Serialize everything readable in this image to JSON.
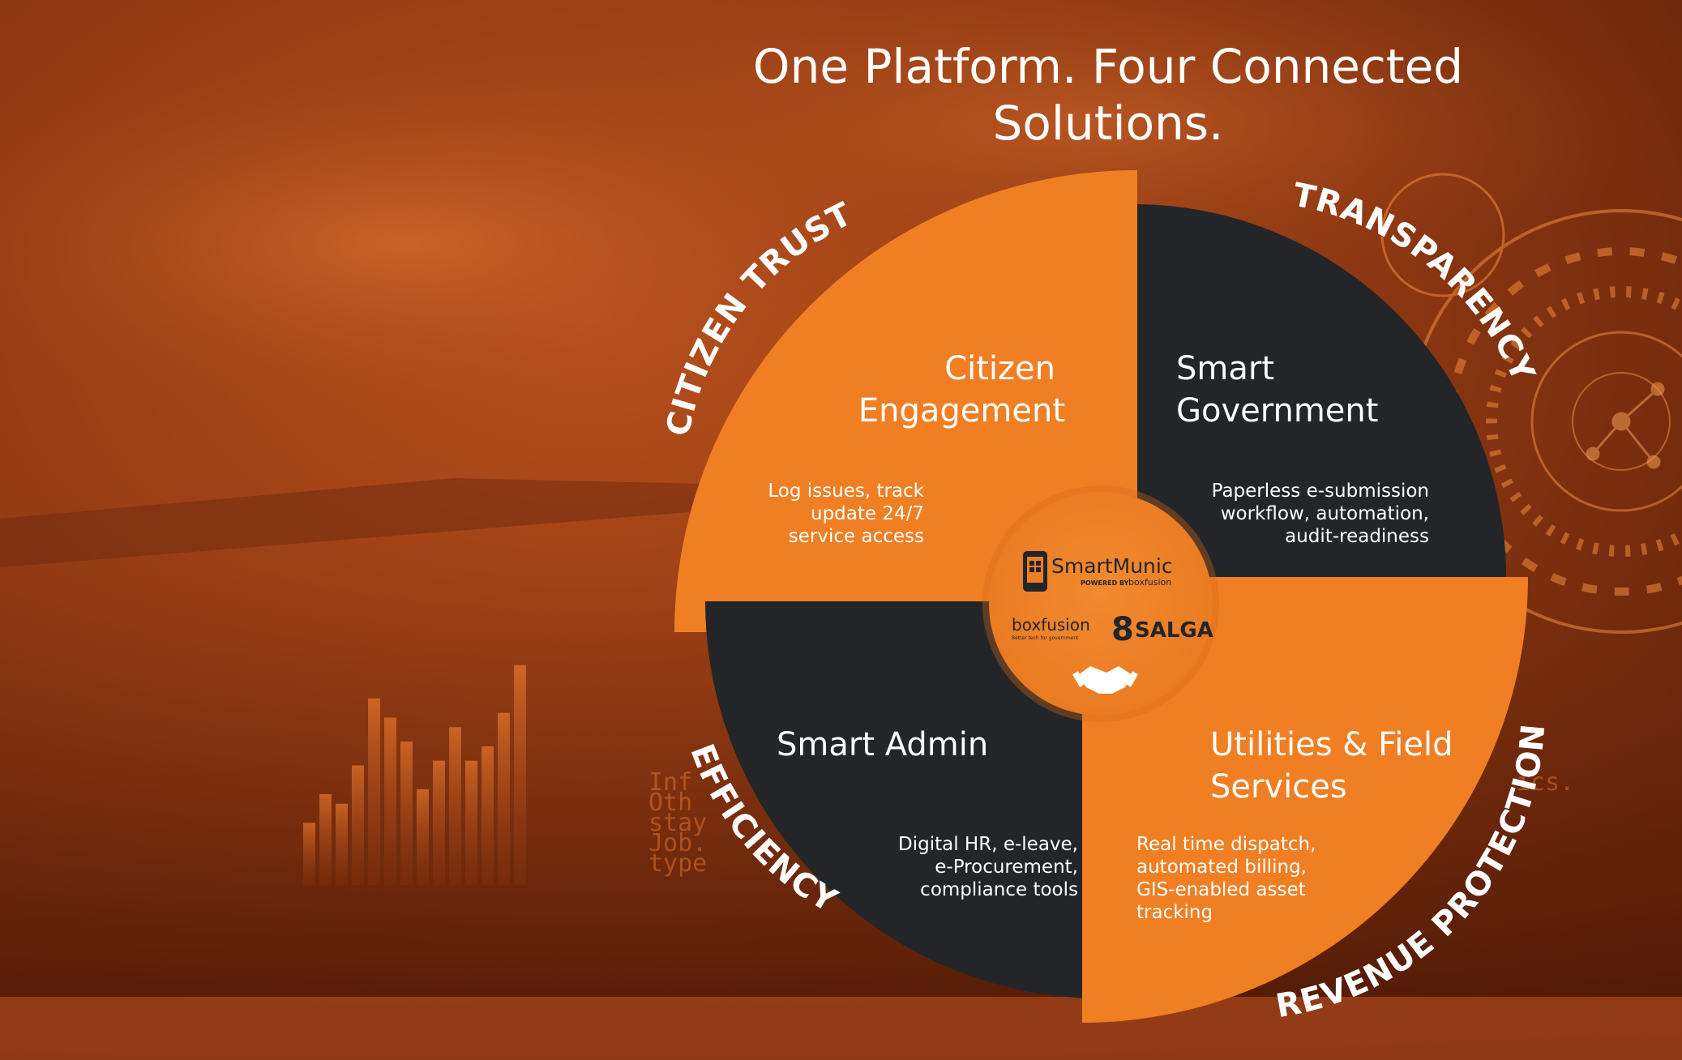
{
  "headline": {
    "line1": "One Platform. Four Connected",
    "line2": "Solutions."
  },
  "pillars": {
    "citizen_trust": "CITIZEN TRUST",
    "transparency": "TRANSPARENCY",
    "efficiency": "EFFICIENCY",
    "revenue_protection": "REVENUE PROTECTION"
  },
  "quadrants": {
    "citizen_engagement": {
      "title1": "Citizen",
      "title2": "Engagement",
      "desc1": "Log issues, track",
      "desc2": "update 24/7",
      "desc3": "service access"
    },
    "smart_government": {
      "title1": "Smart",
      "title2": "Government",
      "desc1": "Paperless e-submission",
      "desc2": "workflow, automation,",
      "desc3": "audit-readiness"
    },
    "smart_admin": {
      "title1": "Smart Admin",
      "desc1": "Digital HR, e-leave,",
      "desc2": "e-Procurement,",
      "desc3": "compliance tools"
    },
    "utilities_field": {
      "title1": "Utilities & Field",
      "title2": "Services",
      "desc1": "Real time dispatch,",
      "desc2": "automated billing,",
      "desc3": "GIS-enabled asset",
      "desc4": "tracking"
    }
  },
  "center_logos": {
    "smartmunic": "SmartMunic",
    "powered_by_prefix": "POWERED BY",
    "powered_by_brand": "boxfusion",
    "boxfusion": "boxfusion",
    "boxfusion_tagline": "Better tech for government",
    "salga": "SALGA"
  },
  "background_text": {
    "line1": "Inf",
    "line2": "Oth",
    "line3": "stay",
    "line4": "Job.",
    "line5": "type",
    "right_fragment": "ics."
  },
  "background_chart": {
    "bar_levels": [
      0.26,
      0.38,
      0.34,
      0.5,
      0.78,
      0.7,
      0.6,
      0.4,
      0.52,
      0.66,
      0.52,
      0.58,
      0.72,
      0.92
    ]
  },
  "colors": {
    "orange": "#F07F23",
    "dark": "#232528",
    "white": "#FFFFFF",
    "bg_dark": "#5C1F08",
    "bg_mid": "#9A3F14"
  }
}
